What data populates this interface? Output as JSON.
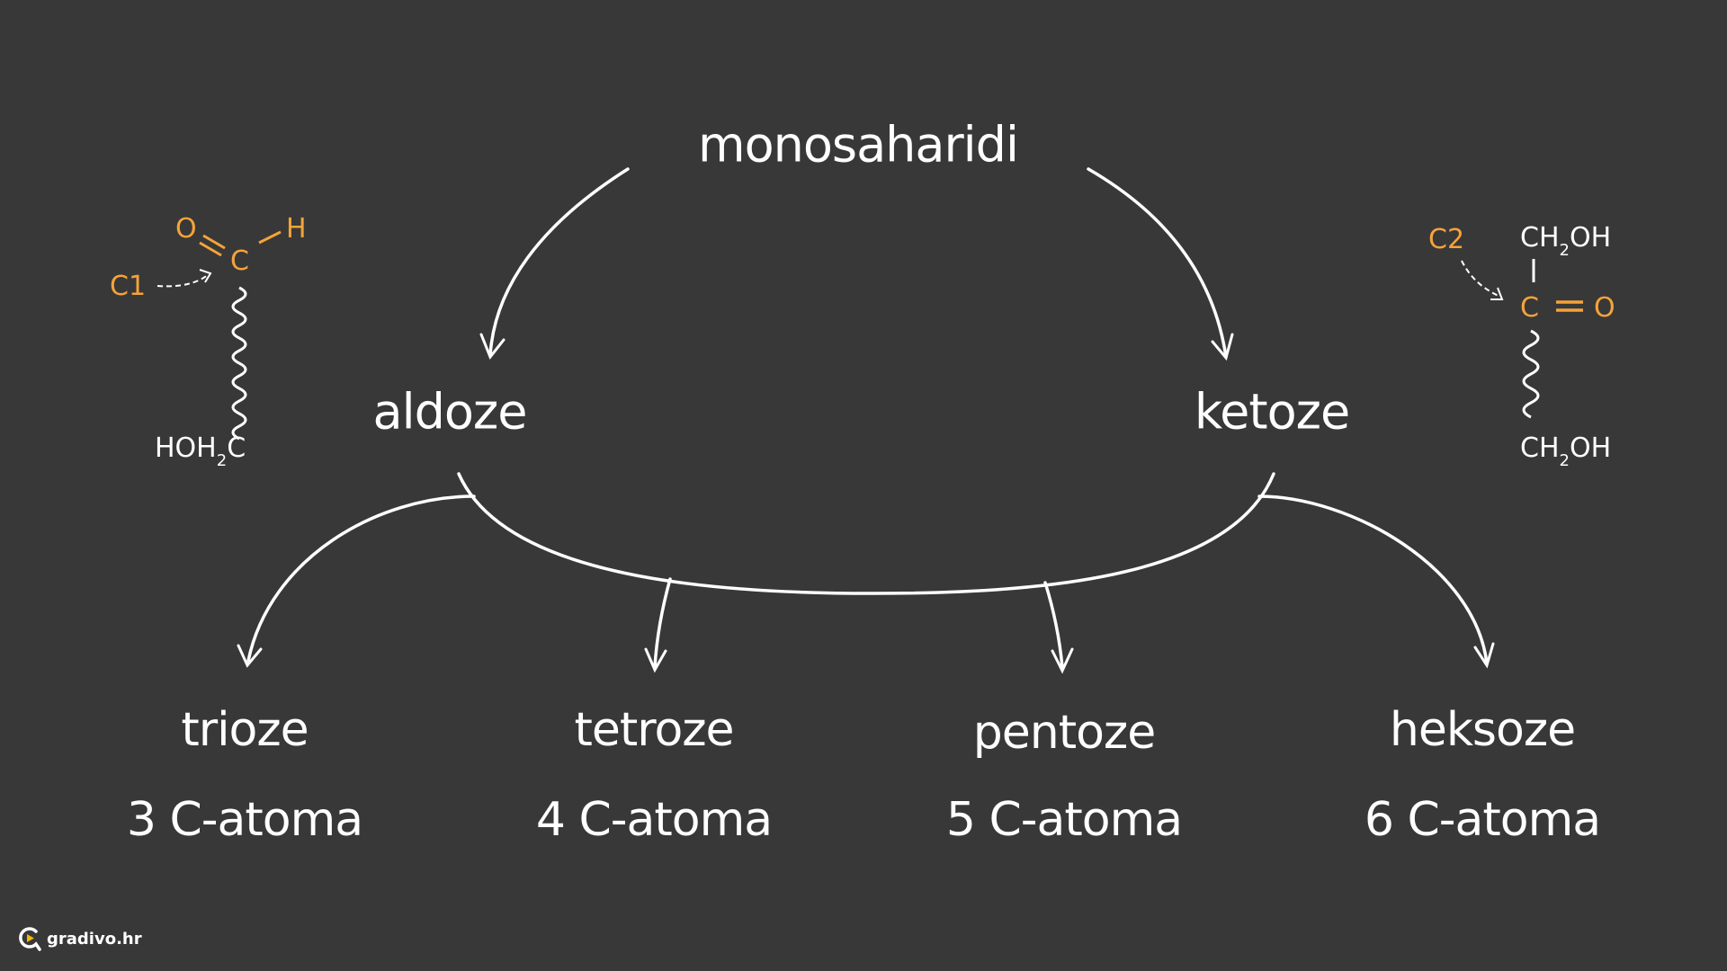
{
  "colors": {
    "background": "#383838",
    "foreground": "#ffffff",
    "accent": "#f5a33a"
  },
  "root": {
    "label": "monosaharidi"
  },
  "branches": [
    {
      "id": "aldoze",
      "label": "aldoze"
    },
    {
      "id": "ketoze",
      "label": "ketoze"
    }
  ],
  "leaves": [
    {
      "label": "trioze",
      "count": "3 C-atoma"
    },
    {
      "label": "tetroze",
      "count": "4 C-atoma"
    },
    {
      "label": "pentoze",
      "count": "5 C-atoma"
    },
    {
      "label": "heksoze",
      "count": "6 C-atoma"
    }
  ],
  "aldose_structure": {
    "marker": "C1",
    "oxygen": "O",
    "carbon": "C",
    "hydrogen": "H",
    "bottom_group": {
      "main_left": "HOH",
      "subscript": "2",
      "main_right": "C"
    }
  },
  "ketose_structure": {
    "marker": "C2",
    "top_group": {
      "main_left": "CH",
      "subscript": "2",
      "main_right": "OH"
    },
    "carbon": "C",
    "double_bond": "=",
    "oxygen": "O",
    "bottom_group": {
      "main_left": "CH",
      "subscript": "2",
      "main_right": "OH"
    }
  },
  "branding": {
    "logo_text": "gradivo.hr"
  }
}
